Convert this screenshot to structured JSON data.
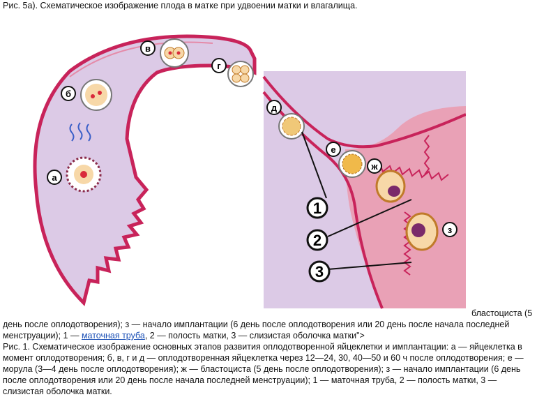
{
  "header": {
    "caption": "Рис. 5а). Схематическое изображение плода в матке при удвоении матки и влагалища."
  },
  "figure": {
    "stage_labels": [
      "а",
      "б",
      "в",
      "г",
      "д",
      "е",
      "ж",
      "з"
    ],
    "part_numbers": [
      "1",
      "2",
      "3"
    ],
    "colors": {
      "tube_fill": "#dccae6",
      "tube_edge": "#c8235a",
      "wall_fill": "#e9a1b6",
      "cell_fill": "#f7d8a8",
      "nucleus": "#d92a3a",
      "morula": "#f0b94a"
    }
  },
  "text": {
    "tail_top": "бластоциста (5",
    "line1": "день после оплодотворения); з — начало имплантации (6 день после оплодотворения или 20 день после начала последней менструации); 1 — ",
    "link": "маточная труба",
    "line1_end": ", 2 — полость матки, 3 — слизистая оболочка матки\">",
    "fig1": "Рис. 1. Схематическое изображение основных этапов развития оплодотворенной яйцеклетки и имплантации: а — яйцеклетка в момент оплодотворения; б, в, г и д — оплодотворенная яйцеклетка через 12—24, 30, 40—50 и 60 ч после оплодотворения; е — морула (3—4 день после оплодотворения); ж — бластоциста (5 день после оплодотворения); з — начало имплантации (6 день после оплодотворения или 20 день после начала последней менструации); 1 — маточная труба, 2 — полость матки, 3 — слизистая оболочка матки."
  }
}
